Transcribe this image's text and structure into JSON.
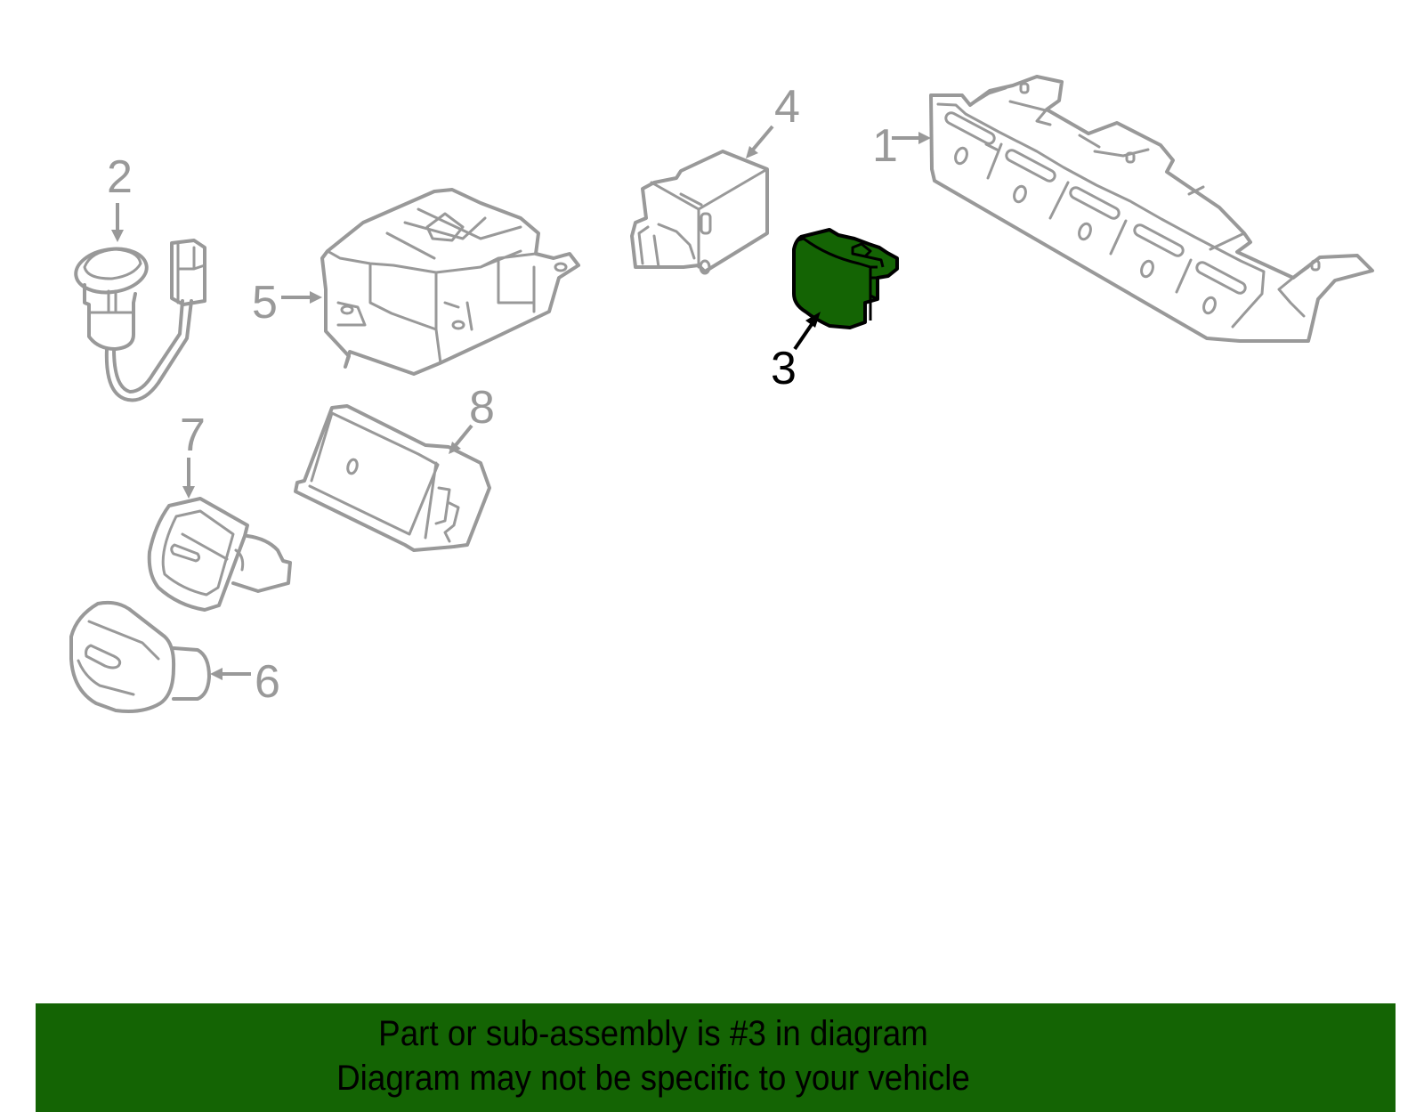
{
  "diagram": {
    "parts": [
      {
        "number": "1",
        "name": "center-switch-panel-bracket",
        "highlighted": false
      },
      {
        "number": "2",
        "name": "power-outlet-with-harness",
        "highlighted": false
      },
      {
        "number": "3",
        "name": "switch-knob",
        "highlighted": true
      },
      {
        "number": "4",
        "name": "rotary-switch",
        "highlighted": false
      },
      {
        "number": "5",
        "name": "control-module",
        "highlighted": false
      },
      {
        "number": "6",
        "name": "round-socket-cap",
        "highlighted": false
      },
      {
        "number": "7",
        "name": "socket-cover",
        "highlighted": false
      },
      {
        "number": "8",
        "name": "switch-housing",
        "highlighted": false
      }
    ],
    "colors": {
      "line_art": "#999999",
      "highlight_fill": "#146404",
      "highlight_outline": "#000000"
    }
  },
  "banner": {
    "line1": "Part or sub-assembly is #3 in diagram",
    "line2": "Diagram may not be specific to your vehicle",
    "background": "#146404"
  }
}
